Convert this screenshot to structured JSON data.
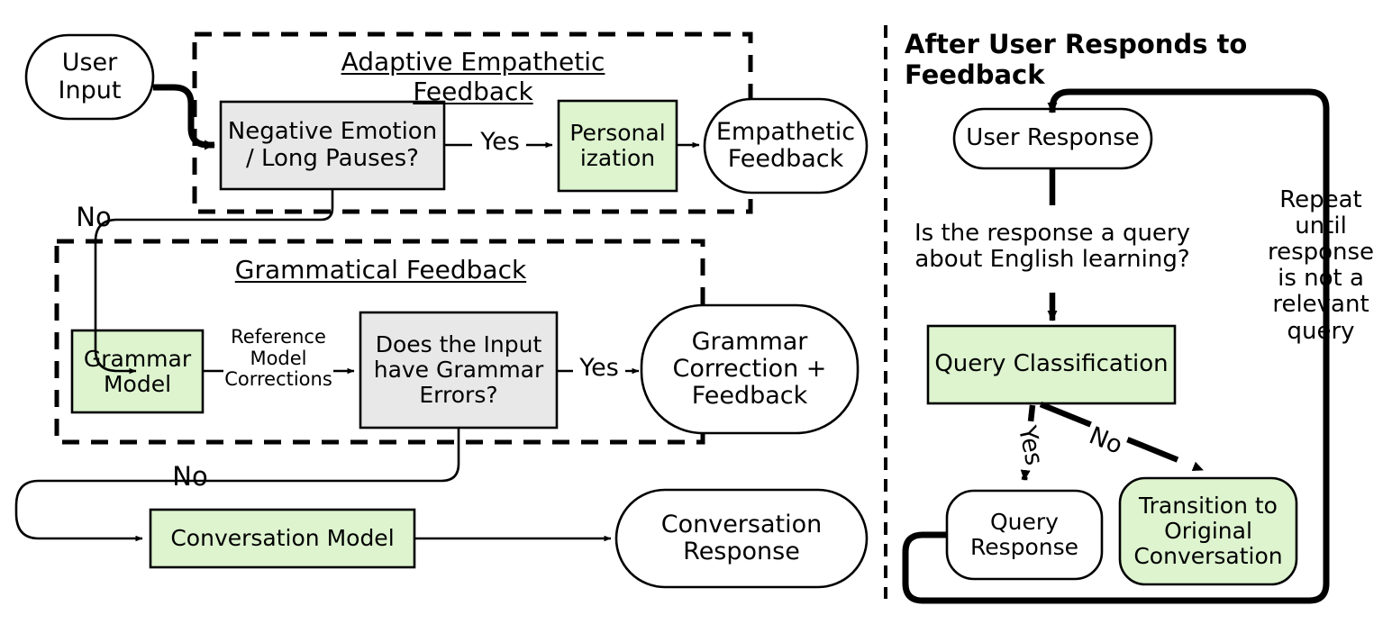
{
  "colors": {
    "green_fill": "#ddf4cf",
    "gray_fill": "#e8e8e8",
    "stroke": "#000000",
    "white_fill": "#ffffff"
  },
  "left_panel": {
    "sections": [
      {
        "title": "Adaptive Empathetic Feedback"
      },
      {
        "title": "Grammatical Feedback"
      }
    ],
    "nodes": {
      "user_input": "User\nInput",
      "negative_emotion": "Negative Emotion\n/ Long Pauses?",
      "personalization": "Personal\nization",
      "empathetic_feedback": "Empathetic\nFeedback",
      "grammar_model": "Grammar\nModel",
      "grammar_errors": "Does the Input\nhave Grammar\nErrors?",
      "grammar_correction": "Grammar\nCorrection +\nFeedback",
      "conversation_model": "Conversation Model",
      "conversation_response": "Conversation\nResponse"
    },
    "edge_labels": {
      "yes_top": "Yes",
      "no_top": "No",
      "reference_model_corrections": "Reference\nModel\nCorrections",
      "yes_mid": "Yes",
      "no_mid": "No"
    }
  },
  "right_panel": {
    "title": "After User Responds to Feedback",
    "nodes": {
      "user_response": "User Response",
      "query_classification": "Query Classification",
      "query_response": "Query\nResponse",
      "transition_original": "Transition to\nOriginal\nConversation"
    },
    "labels": {
      "question": "Is the response a query\nabout English learning?",
      "repeat_note": "Repeat\nuntil\nresponse\nis not a\nrelevant\nquery",
      "yes": "Yes",
      "no": "No"
    }
  }
}
